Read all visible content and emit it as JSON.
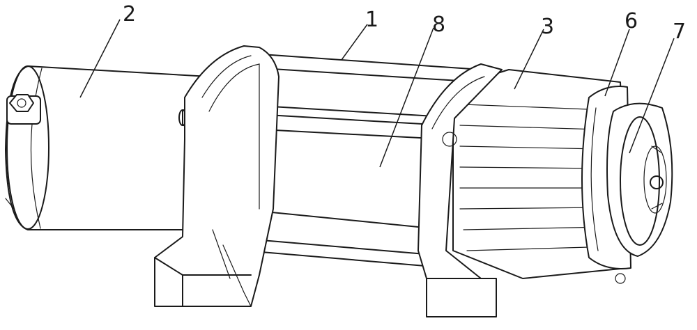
{
  "callouts": [
    {
      "id": "c1",
      "text": "1"
    },
    {
      "id": "c2",
      "text": "2"
    },
    {
      "id": "c3",
      "text": "3"
    },
    {
      "id": "c6",
      "text": "6"
    },
    {
      "id": "c7",
      "text": "7"
    },
    {
      "id": "c8",
      "text": "8"
    }
  ]
}
